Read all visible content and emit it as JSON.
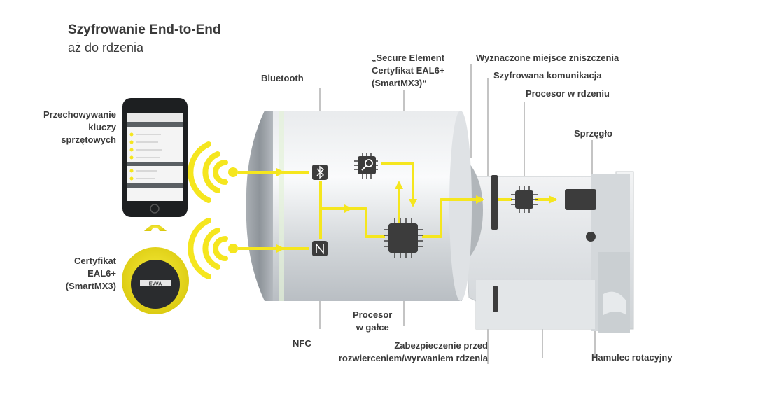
{
  "heading": {
    "title": "Szyfrowanie End-to-End",
    "subtitle": "aż do rdzenia"
  },
  "labels": {
    "hardware_key_storage": [
      "Przechowywanie",
      "kluczy",
      "sprzętowych"
    ],
    "certificate": [
      "Certyfikat",
      "EAL6+",
      "(SmartMX3)"
    ],
    "bluetooth": "Bluetooth",
    "nfc": "NFC",
    "secure_element": [
      "„Secure Element",
      "Certyfikat EAL6+",
      "(SmartMX3)“"
    ],
    "destruction_point": "Wyznaczone miejsce zniszczenia",
    "encrypted_communication": "Szyfrowana komunikacja",
    "core_processor": "Procesor w rdzeniu",
    "clutch": "Sprzęgło",
    "knob_processor": [
      "Procesor",
      "w gałce"
    ],
    "drilling_protection": [
      "Zabezpieczenie przed",
      "rozwierceniem/wyrwaniem rdzenia"
    ],
    "rotation_brake": "Hamulec rotacyjny"
  },
  "key_fob_brand": "EVVA",
  "colors": {
    "accent_yellow": "#f5e61e",
    "chip": "#3c3c3c",
    "text": "#3a3a3a",
    "metal": "#c8ccd0"
  }
}
